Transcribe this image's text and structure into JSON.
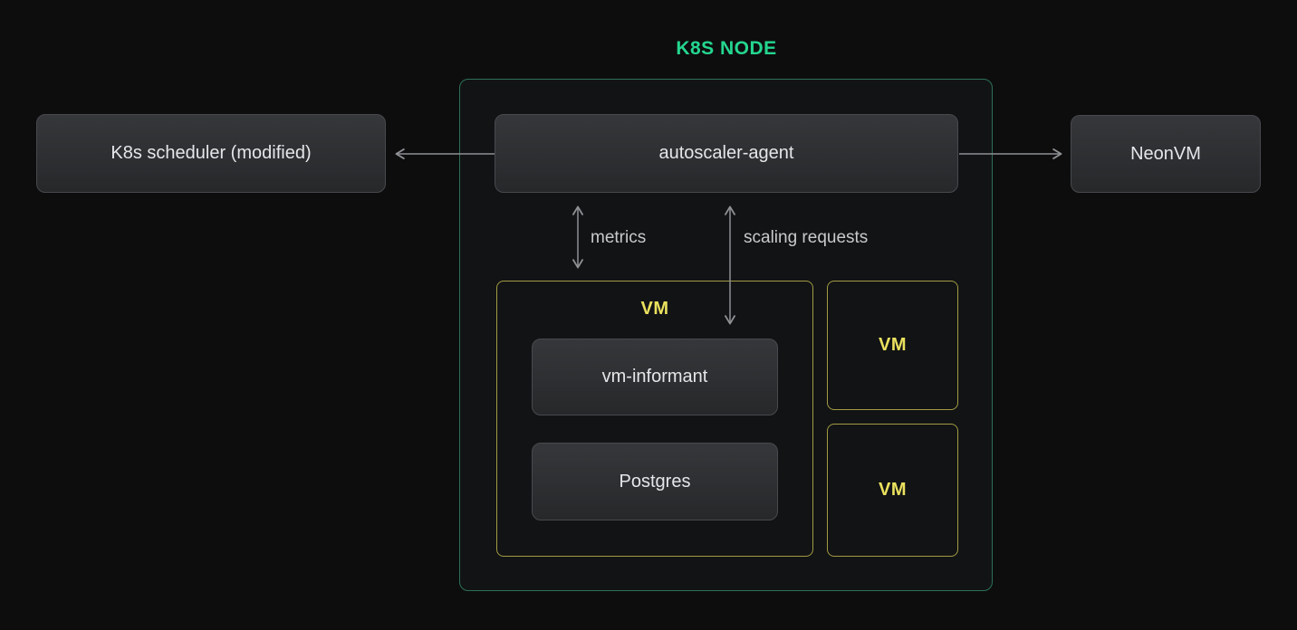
{
  "title": "K8S NODE",
  "colors": {
    "background": "#0d0d0e",
    "k8s_container_border": "#2d7156",
    "title_green": "#24d68f",
    "vm_border": "#a29c42",
    "vm_label_yellow": "#eae15e",
    "node_fill_top": "#35373a",
    "node_fill_bottom": "#26282a",
    "node_border": "#47494d",
    "node_text": "#e5e6e8",
    "arrow_gray": "#8e9093",
    "edge_label_gray": "#c7c9cb"
  },
  "nodes": {
    "scheduler": {
      "label": "K8s scheduler (modified)"
    },
    "autoscaler": {
      "label": "autoscaler-agent"
    },
    "neonvm": {
      "label": "NeonVM"
    },
    "vm_informant": {
      "label": "vm-informant"
    },
    "postgres": {
      "label": "Postgres"
    }
  },
  "groups": {
    "main_vm": {
      "label": "VM"
    },
    "small_vm_top": {
      "label": "VM"
    },
    "small_vm_bottom": {
      "label": "VM"
    }
  },
  "edges": {
    "metrics": {
      "label": "metrics"
    },
    "scaling_requests": {
      "label": "scaling requests"
    }
  }
}
